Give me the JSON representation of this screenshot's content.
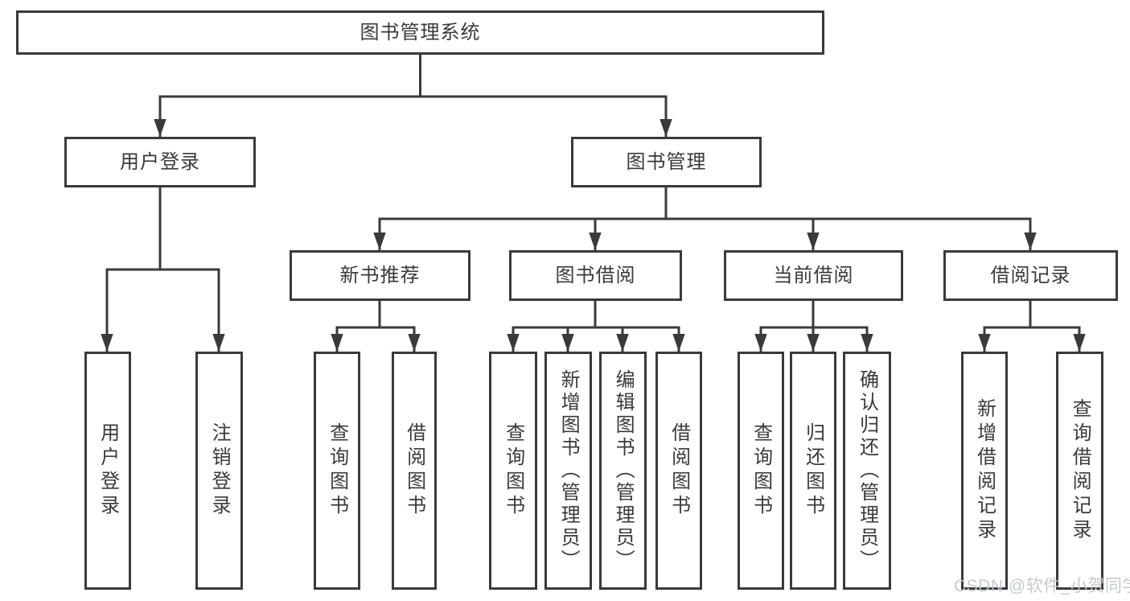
{
  "tree": {
    "root": "图书管理系统",
    "level2": [
      {
        "label": "用户登录",
        "children": [
          "用户登录",
          "注销登录"
        ]
      },
      {
        "label": "图书管理",
        "groups": [
          {
            "label": "新书推荐",
            "children": [
              "查询图书",
              "借阅图书"
            ]
          },
          {
            "label": "图书借阅",
            "children": [
              "查询图书",
              "新增图书（管理员）",
              "编辑图书（管理员）",
              "借阅图书"
            ]
          },
          {
            "label": "当前借阅",
            "children": [
              "查询图书",
              "归还图书",
              "确认归还（管理员）"
            ]
          },
          {
            "label": "借阅记录",
            "children": [
              "新增借阅记录",
              "查询借阅记录"
            ]
          }
        ]
      }
    ]
  },
  "watermark": "CSDN @软件_小贺同学",
  "colors": {
    "line": "#3a3a3a",
    "text": "#3a3a3a",
    "box_background": "#ffffff",
    "watermark": "#c3c7cb"
  }
}
